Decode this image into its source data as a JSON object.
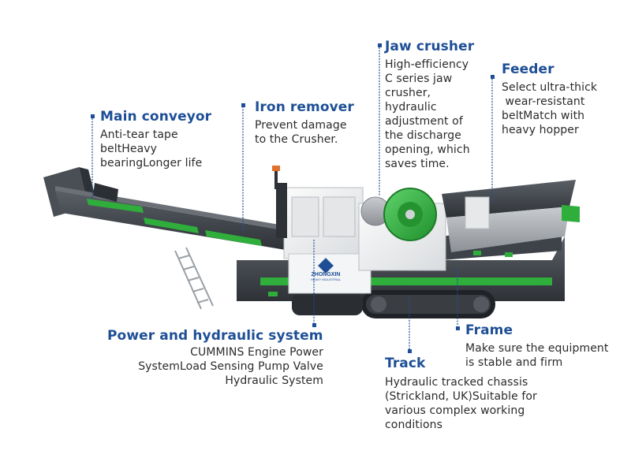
{
  "labels": {
    "main_conveyor": {
      "title": "Main conveyor",
      "lines": [
        "Anti-tear tape",
        "beltHeavy",
        "bearingLonger life"
      ]
    },
    "iron_remover": {
      "title": "Iron remover",
      "lines": [
        "Prevent damage",
        "to the Crusher."
      ]
    },
    "jaw_crusher": {
      "title": "Jaw crusher",
      "lines": [
        "High-efficiency",
        "C series jaw",
        "crusher,",
        "hydraulic",
        "adjustment of",
        "the discharge",
        "opening, which",
        "saves time."
      ]
    },
    "feeder": {
      "title": "Feeder",
      "lines": [
        "Select ultra-thick",
        " wear-resistant",
        "beltMatch with",
        "heavy hopper"
      ]
    },
    "power_hydraulic": {
      "title": "Power and hydraulic system",
      "lines": [
        "CUMMINS Engine Power",
        "SystemLoad Sensing Pump Valve",
        "Hydraulic System"
      ]
    },
    "track": {
      "title": "Track",
      "lines": [
        "Hydraulic tracked chassis",
        "(Strickland, UK)Suitable for",
        "various complex working",
        "conditions"
      ]
    },
    "frame": {
      "title": "Frame",
      "lines": [
        "Make sure the equipment",
        "is stable and firm"
      ]
    }
  },
  "machine": {
    "brand_name": "ZHONGXIN",
    "brand_sub": "HEAVY INDUSTRIAL"
  },
  "colors": {
    "accent_blue": "#1e4f96",
    "text": "#2b2b2b",
    "machine_green": "#2fae3c",
    "frame_dark": "#3b3f44",
    "panel_white": "#f2f3f4"
  }
}
